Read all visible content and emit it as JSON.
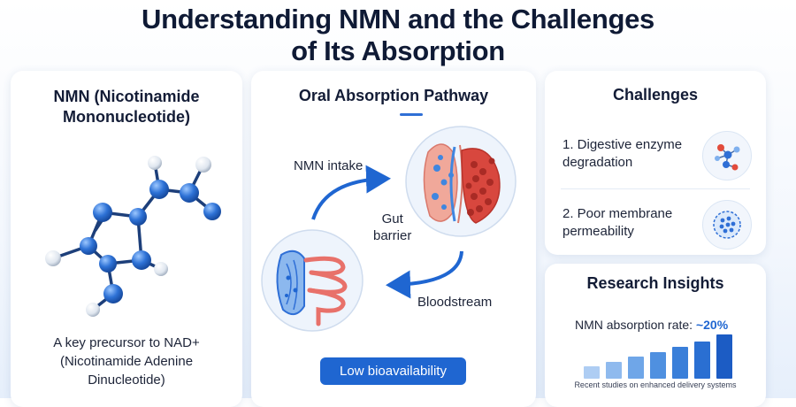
{
  "title": "Understanding NMN and the Challenges of Its Absorption",
  "nmn_card": {
    "title_line1": "NMN (Nicotinamide",
    "title_line2": "Mononucleotide)",
    "desc_line1": "A key precursor to NAD+",
    "desc_line2": "(Nicotinamide Adenine",
    "desc_line3": "Dinucleotide)",
    "molecule_icon": "molecule-structure-illustration"
  },
  "pathway_card": {
    "title": "Oral Absorption Pathway",
    "intake_label": "NMN intake",
    "gut_label_line1": "Gut",
    "gut_label_line2": "barrier",
    "bloodstream_label": "Bloodstream",
    "badge": "Low bioavailability",
    "illustrations": [
      "intestine-illustration",
      "gut-barrier-cell-illustration"
    ]
  },
  "challenges_card": {
    "title": "Challenges",
    "item1_line1": "1. Digestive enzyme",
    "item1_line2": "degradation",
    "item2_line1": "2. Poor membrane",
    "item2_line2": "permeability",
    "icons": [
      "enzyme-molecule-icon",
      "membrane-cell-icon"
    ]
  },
  "research_card": {
    "title": "Research Insights",
    "rate_label": "NMN absorption rate:",
    "rate_value": "~20%",
    "bar_levels": [
      0.28,
      0.38,
      0.5,
      0.6,
      0.72,
      0.84,
      1.0
    ],
    "footnote": "Recent studies on enhanced delivery systems"
  },
  "colors": {
    "accent_blue": "#1f66d1",
    "heading_navy": "#0f1a35",
    "intestine_red": "#e8716a",
    "light_blue": "#8cb8ee"
  }
}
